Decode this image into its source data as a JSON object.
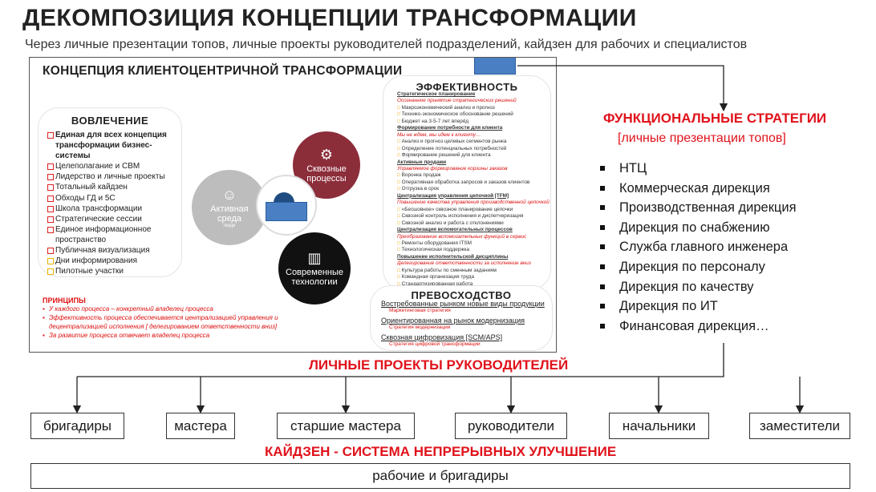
{
  "header": {
    "title": "ДЕКОМПОЗИЦИЯ КОНЦЕПЦИИ ТРАНСФОРМАЦИИ",
    "subtitle": "Через личные презентации топов, личные проекты руководителей подразделений, кайдзен для рабочих и специалистов"
  },
  "slide": {
    "title": "КОНЦЕПЦИЯ КЛИЕНТОЦЕНТРИЧНОЙ ТРАНСФОРМАЦИИ",
    "vovlechenie": {
      "heading": "ВОВЛЕЧЕНИЕ",
      "items": [
        {
          "text": "Единая для всех концепция трансформации бизнес-системы",
          "color": "red"
        },
        {
          "text": "Целеполагание и CBM",
          "color": "red"
        },
        {
          "text": "Лидерство и личные проекты",
          "color": "red"
        },
        {
          "text": "Тотальный кайдзен",
          "color": "red"
        },
        {
          "text": "Обходы ГД и 5С",
          "color": "red"
        },
        {
          "text": "Школа трансформации",
          "color": "red"
        },
        {
          "text": "Стратегические сессии",
          "color": "red"
        },
        {
          "text": "Единое информационное пространство",
          "color": "red"
        },
        {
          "text": "Публичная визуализация",
          "color": "red"
        },
        {
          "text": "Дни информирования",
          "color": "yellow"
        },
        {
          "text": "Пилотные участки",
          "color": "yellow"
        }
      ]
    },
    "principles": {
      "heading": "ПРИНЦИПЫ",
      "items": [
        "У каждого процесса – конкретный владелец процесса",
        "Эффективность процесса обеспечивается централизацией управления и децентрализацией исполнения [ делегированием ответственности вниз]",
        "За развитие процесса отвечает владелец процесса"
      ]
    },
    "circles": {
      "active": {
        "line1": "Активная",
        "line2": "среда",
        "line3": "люди"
      },
      "skv": {
        "line1": "Сквозные",
        "line2": "процессы"
      },
      "sov": {
        "line1": "Современные",
        "line2": "технологии"
      }
    },
    "effektivnost": {
      "heading": "ЭФФЕКТИВНОСТЬ",
      "rows": [
        {
          "text": "Стратегическое планирование",
          "style": "h"
        },
        {
          "text": "Осознанное принятие стратегических решений",
          "style": "i"
        },
        {
          "text": "Макроэкономический анализ и прогноз",
          "style": "b"
        },
        {
          "text": "Технико-экономическое обоснование решений",
          "style": "b"
        },
        {
          "text": "Бюджет на 3-5-7 лет вперёд",
          "style": "b"
        },
        {
          "text": "Формирование потребности для клиента",
          "style": "h"
        },
        {
          "text": "Мы не ждем, мы идем к клиенту…",
          "style": "i"
        },
        {
          "text": "Анализ и прогноз целевых сегментов рынка",
          "style": "b"
        },
        {
          "text": "Определение потенциальных потребностей",
          "style": "b"
        },
        {
          "text": "Формирование решений для клиента",
          "style": "b"
        },
        {
          "text": "Активные продажи",
          "style": "h"
        },
        {
          "text": "Управляемое формирование корзины заказов",
          "style": "i"
        },
        {
          "text": "Воронка продаж",
          "style": "b"
        },
        {
          "text": "Оперативная обработка запросов и заказов клиентов",
          "style": "b"
        },
        {
          "text": "Отгрузка в срок",
          "style": "b"
        },
        {
          "text": "Централизация управления цепочкой [TFM]",
          "style": "h"
        },
        {
          "text": "Повышение качества управления производственной цепочкой",
          "style": "i"
        },
        {
          "text": "«Бесшовное» сквозное планирование цепочки",
          "style": "b"
        },
        {
          "text": "Сквозной контроль исполнения и диспетчеризация",
          "style": "b"
        },
        {
          "text": "Сквозной анализ и работа с отклонениями",
          "style": "b"
        },
        {
          "text": "Централизация вспомогательных процессов",
          "style": "h"
        },
        {
          "text": "Преобразование вспомогательных функций в сервис",
          "style": "i"
        },
        {
          "text": "Ремонты оборудования  ITSM",
          "style": "b"
        },
        {
          "text": "Технологическая поддержка",
          "style": "b"
        },
        {
          "text": "Повышение исполнительской дисциплины",
          "style": "h"
        },
        {
          "text": "Делегирование ответственности за исполнение вниз",
          "style": "i"
        },
        {
          "text": "Культура работы по сменным заданиям",
          "style": "b"
        },
        {
          "text": "Командная организация труда",
          "style": "b"
        },
        {
          "text": "Стандартизированная работа",
          "style": "b"
        }
      ]
    },
    "prevoshodstvo": {
      "heading": "ПРЕВОСХОДСТВО",
      "items": [
        {
          "title": "Востребованные рынком новые виды продукции",
          "sub": "Маркетинговая стратегия"
        },
        {
          "title": "Ориентированная на рынок модернизация",
          "sub": "Стратегия модернизации"
        },
        {
          "title": "Сквозная цифровизация [SCM/APS]",
          "sub": "Стратегия цифровой трансформации"
        }
      ]
    }
  },
  "functional": {
    "title": "ФУНКЦИОНАЛЬНЫЕ СТРАТЕГИИ",
    "subtitle": "[личные презентации топов]",
    "items": [
      "НТЦ",
      "Коммерческая дирекция",
      "Производственная дирекция",
      "Дирекция по снабжению",
      "Служба главного инженера",
      "Дирекция по персоналу",
      "Дирекция по качеству",
      "Дирекция по ИТ",
      "Финансовая дирекция…"
    ]
  },
  "projects": {
    "title": "ЛИЧНЫЕ ПРОЕКТЫ РУКОВОДИТЕЛЕЙ",
    "roles": [
      "бригадиры",
      "мастера",
      "старшие мастера",
      "руководители",
      "начальники",
      "заместители"
    ]
  },
  "kaizen": {
    "title": "КАЙДЗЕН - СИСТЕМА НЕПРЕРЫВНЫХ УЛУЧШЕНИЕ",
    "box": "рабочие и бригадиры"
  },
  "colors": {
    "accent_red": "#e0121b",
    "maroon": "#8c2d3a",
    "blue": "#4a7fc4"
  }
}
